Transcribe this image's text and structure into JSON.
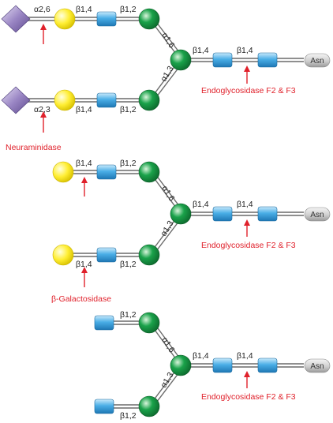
{
  "colors": {
    "sialic_acid": "#9a86c4",
    "galactose": "#ffee33",
    "glcnac": "#4aaee6",
    "mannose": "#1aa24a",
    "asn": "#cfcfcf",
    "arrow": "#e0212b",
    "bond": "#6a6a6a"
  },
  "panels": [
    {
      "linkages": {
        "sia_gal_top": "α2,6",
        "sia_gal_bottom": "α2,3",
        "gal_glcnac_top": "β1,4",
        "gal_glcnac_bottom": "β1,4",
        "glcnac_man_top": "β1,2",
        "glcnac_man_bottom": "β1,2",
        "branch_top": "α1,6",
        "branch_bottom": "α1,3",
        "man_glcnac": "β1,4",
        "glcnac_glcnac": "β1,4"
      },
      "enzymes": {
        "core": "Endoglycosidase F2 & F3",
        "terminal": "Neuraminidase"
      },
      "asn_label": "Asn"
    },
    {
      "linkages": {
        "gal_glcnac_top": "β1,4",
        "gal_glcnac_bottom": "β1,4",
        "glcnac_man_top": "β1,2",
        "glcnac_man_bottom": "β1,2",
        "branch_top": "α1,6",
        "branch_bottom": "α1,3",
        "man_glcnac": "β1,4",
        "glcnac_glcnac": "β1,4"
      },
      "enzymes": {
        "core": "Endoglycosidase F2 & F3",
        "terminal": "β-Galactosidase"
      },
      "asn_label": "Asn"
    },
    {
      "linkages": {
        "glcnac_man_top": "β1,2",
        "glcnac_man_bottom": "β1,2",
        "branch_top": "α1,6",
        "branch_bottom": "α1,3",
        "man_glcnac": "β1,4",
        "glcnac_glcnac": "β1,4"
      },
      "enzymes": {
        "core": "Endoglycosidase F2 & F3"
      },
      "asn_label": "Asn"
    }
  ]
}
